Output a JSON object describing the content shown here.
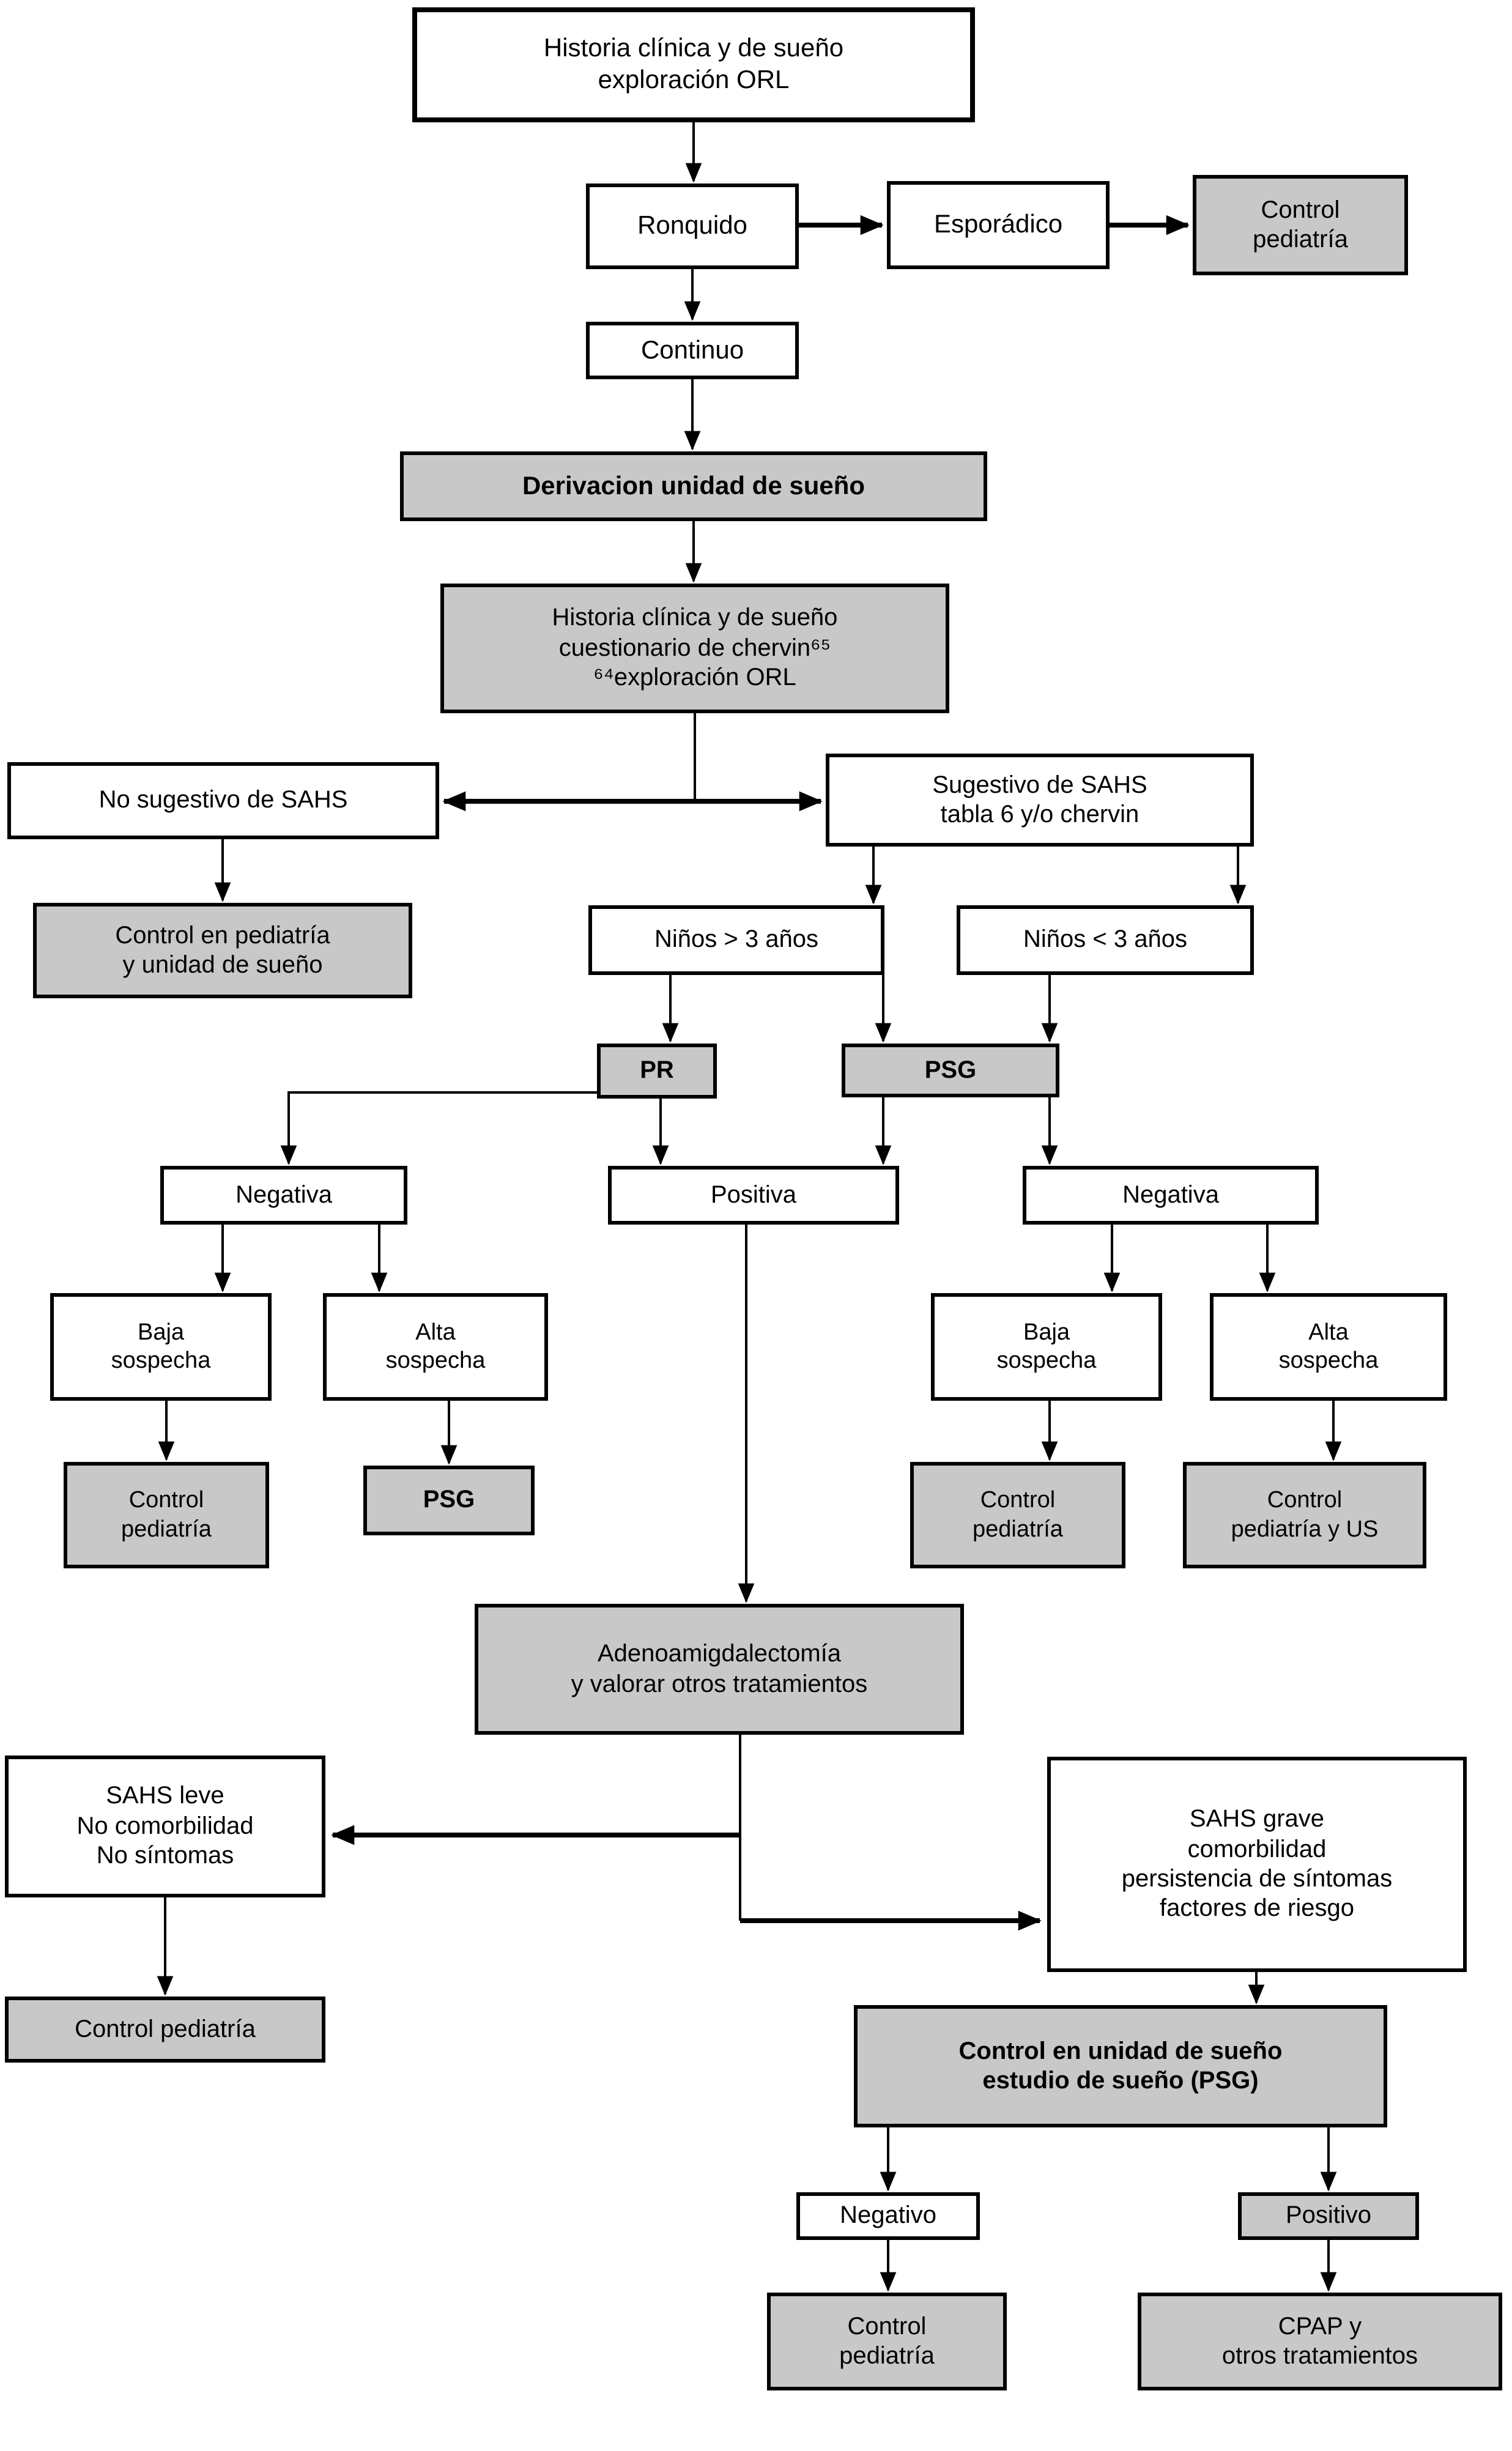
{
  "diagram": {
    "colors": {
      "background": "#ffffff",
      "box_fill_white": "#ffffff",
      "box_fill_gray": "#c8c8c8",
      "border": "#000000",
      "text": "#000000"
    },
    "nodes": [
      {
        "id": "historia-orl",
        "label": "Historia clínica y de sueño\nexploración ORL",
        "fill": "white",
        "bold": false
      },
      {
        "id": "ronquido",
        "label": "Ronquido",
        "fill": "white",
        "bold": false
      },
      {
        "id": "esporadico",
        "label": "Esporádico",
        "fill": "white",
        "bold": false
      },
      {
        "id": "control-pediatria-1",
        "label": "Control\npediatría",
        "fill": "gray",
        "bold": false
      },
      {
        "id": "continuo",
        "label": "Continuo",
        "fill": "white",
        "bold": false
      },
      {
        "id": "derivacion-unidad-sueno",
        "label": "Derivacion unidad de sueño",
        "fill": "gray",
        "bold": true
      },
      {
        "id": "historia-cuestionario",
        "label": "Historia clínica y de sueño\ncuestionario de chervin⁶⁵\n⁶⁴exploración ORL",
        "fill": "gray",
        "bold": false
      },
      {
        "id": "no-sugestivo",
        "label": "No sugestivo de SAHS",
        "fill": "white",
        "bold": false
      },
      {
        "id": "sugestivo",
        "label": "Sugestivo de SAHS\ntabla 6 y/o chervin",
        "fill": "white",
        "bold": false
      },
      {
        "id": "control-pediatria-unidad",
        "label": "Control en pediatría\ny unidad de sueño",
        "fill": "gray",
        "bold": false
      },
      {
        "id": "ninos-mayor-3",
        "label": "Niños > 3 años",
        "fill": "white",
        "bold": false
      },
      {
        "id": "ninos-menor-3",
        "label": "Niños < 3 años",
        "fill": "white",
        "bold": false
      },
      {
        "id": "pr",
        "label": "PR",
        "fill": "gray",
        "bold": true
      },
      {
        "id": "psg-ninos",
        "label": "PSG",
        "fill": "gray",
        "bold": true
      },
      {
        "id": "negativa-izq",
        "label": "Negativa",
        "fill": "white",
        "bold": false
      },
      {
        "id": "positiva",
        "label": "Positiva",
        "fill": "white",
        "bold": false
      },
      {
        "id": "negativa-der",
        "label": "Negativa",
        "fill": "white",
        "bold": false
      },
      {
        "id": "baja-sospecha-izq",
        "label": "Baja\nsospecha",
        "fill": "white",
        "bold": false
      },
      {
        "id": "alta-sospecha-izq",
        "label": "Alta\nsospecha",
        "fill": "white",
        "bold": false
      },
      {
        "id": "baja-sospecha-der",
        "label": "Baja\nsospecha",
        "fill": "white",
        "bold": false
      },
      {
        "id": "alta-sospecha-der",
        "label": "Alta\nsospecha",
        "fill": "white",
        "bold": false
      },
      {
        "id": "control-pediatria-2",
        "label": "Control\npediatría",
        "fill": "gray",
        "bold": false
      },
      {
        "id": "psg-alta",
        "label": "PSG",
        "fill": "gray",
        "bold": true
      },
      {
        "id": "control-pediatria-3",
        "label": "Control\npediatría",
        "fill": "gray",
        "bold": false
      },
      {
        "id": "control-pediatria-us",
        "label": "Control\npediatría y US",
        "fill": "gray",
        "bold": false
      },
      {
        "id": "adenoamigdalectomia",
        "label": "Adenoamigdalectomía\ny valorar otros tratamientos",
        "fill": "gray",
        "bold": false
      },
      {
        "id": "sahs-leve",
        "label": "SAHS leve\nNo comorbilidad\nNo síntomas",
        "fill": "white",
        "bold": false
      },
      {
        "id": "sahs-grave",
        "label": "SAHS grave\ncomorbilidad\npersistencia de síntomas\nfactores de riesgo",
        "fill": "white",
        "bold": false
      },
      {
        "id": "control-pediatria-4",
        "label": "Control pediatría",
        "fill": "gray",
        "bold": false
      },
      {
        "id": "control-unidad-sueno",
        "label": "Control en unidad de sueño\nestudio de sueño (PSG)",
        "fill": "gray",
        "bold": true
      },
      {
        "id": "negativo",
        "label": "Negativo",
        "fill": "white",
        "bold": false
      },
      {
        "id": "positivo",
        "label": "Positivo",
        "fill": "gray",
        "bold": false
      },
      {
        "id": "control-pediatria-5",
        "label": "Control\npediatría",
        "fill": "gray",
        "bold": false
      },
      {
        "id": "cpap",
        "label": "CPAP y\notros tratamientos",
        "fill": "gray",
        "bold": false
      }
    ],
    "edges": [
      {
        "from": "historia-orl",
        "to": "ronquido"
      },
      {
        "from": "ronquido",
        "to": "esporadico"
      },
      {
        "from": "esporadico",
        "to": "control-pediatria-1"
      },
      {
        "from": "ronquido",
        "to": "continuo"
      },
      {
        "from": "continuo",
        "to": "derivacion-unidad-sueno"
      },
      {
        "from": "derivacion-unidad-sueno",
        "to": "historia-cuestionario"
      },
      {
        "from": "historia-cuestionario",
        "to": "no-sugestivo"
      },
      {
        "from": "historia-cuestionario",
        "to": "sugestivo"
      },
      {
        "from": "no-sugestivo",
        "to": "control-pediatria-unidad"
      },
      {
        "from": "sugestivo",
        "to": "ninos-mayor-3"
      },
      {
        "from": "sugestivo",
        "to": "ninos-menor-3"
      },
      {
        "from": "ninos-mayor-3",
        "to": "pr"
      },
      {
        "from": "ninos-mayor-3",
        "to": "psg-ninos"
      },
      {
        "from": "ninos-menor-3",
        "to": "psg-ninos"
      },
      {
        "from": "pr",
        "to": "negativa-izq"
      },
      {
        "from": "pr",
        "to": "positiva"
      },
      {
        "from": "psg-ninos",
        "to": "positiva"
      },
      {
        "from": "psg-ninos",
        "to": "negativa-der"
      },
      {
        "from": "negativa-izq",
        "to": "baja-sospecha-izq"
      },
      {
        "from": "negativa-izq",
        "to": "alta-sospecha-izq"
      },
      {
        "from": "negativa-der",
        "to": "baja-sospecha-der"
      },
      {
        "from": "negativa-der",
        "to": "alta-sospecha-der"
      },
      {
        "from": "baja-sospecha-izq",
        "to": "control-pediatria-2"
      },
      {
        "from": "alta-sospecha-izq",
        "to": "psg-alta"
      },
      {
        "from": "baja-sospecha-der",
        "to": "control-pediatria-3"
      },
      {
        "from": "alta-sospecha-der",
        "to": "control-pediatria-us"
      },
      {
        "from": "positiva",
        "to": "adenoamigdalectomia"
      },
      {
        "from": "adenoamigdalectomia",
        "to": "sahs-leve"
      },
      {
        "from": "adenoamigdalectomia",
        "to": "sahs-grave"
      },
      {
        "from": "sahs-leve",
        "to": "control-pediatria-4"
      },
      {
        "from": "sahs-grave",
        "to": "control-unidad-sueno"
      },
      {
        "from": "control-unidad-sueno",
        "to": "negativo"
      },
      {
        "from": "control-unidad-sueno",
        "to": "positivo"
      },
      {
        "from": "negativo",
        "to": "control-pediatria-5"
      },
      {
        "from": "positivo",
        "to": "cpap"
      }
    ]
  }
}
